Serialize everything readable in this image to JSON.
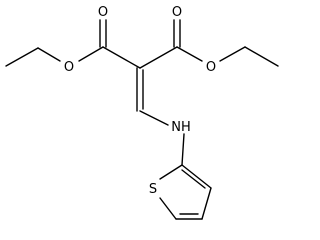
{
  "molecule": {
    "atom_labels": {
      "ester_left_carbonyl_o": "O",
      "ester_left_alkoxy_o": "O",
      "ester_right_carbonyl_o": "O",
      "ester_right_alkoxy_o": "O",
      "amine_n": "NH",
      "thiophene_s": "S"
    }
  }
}
